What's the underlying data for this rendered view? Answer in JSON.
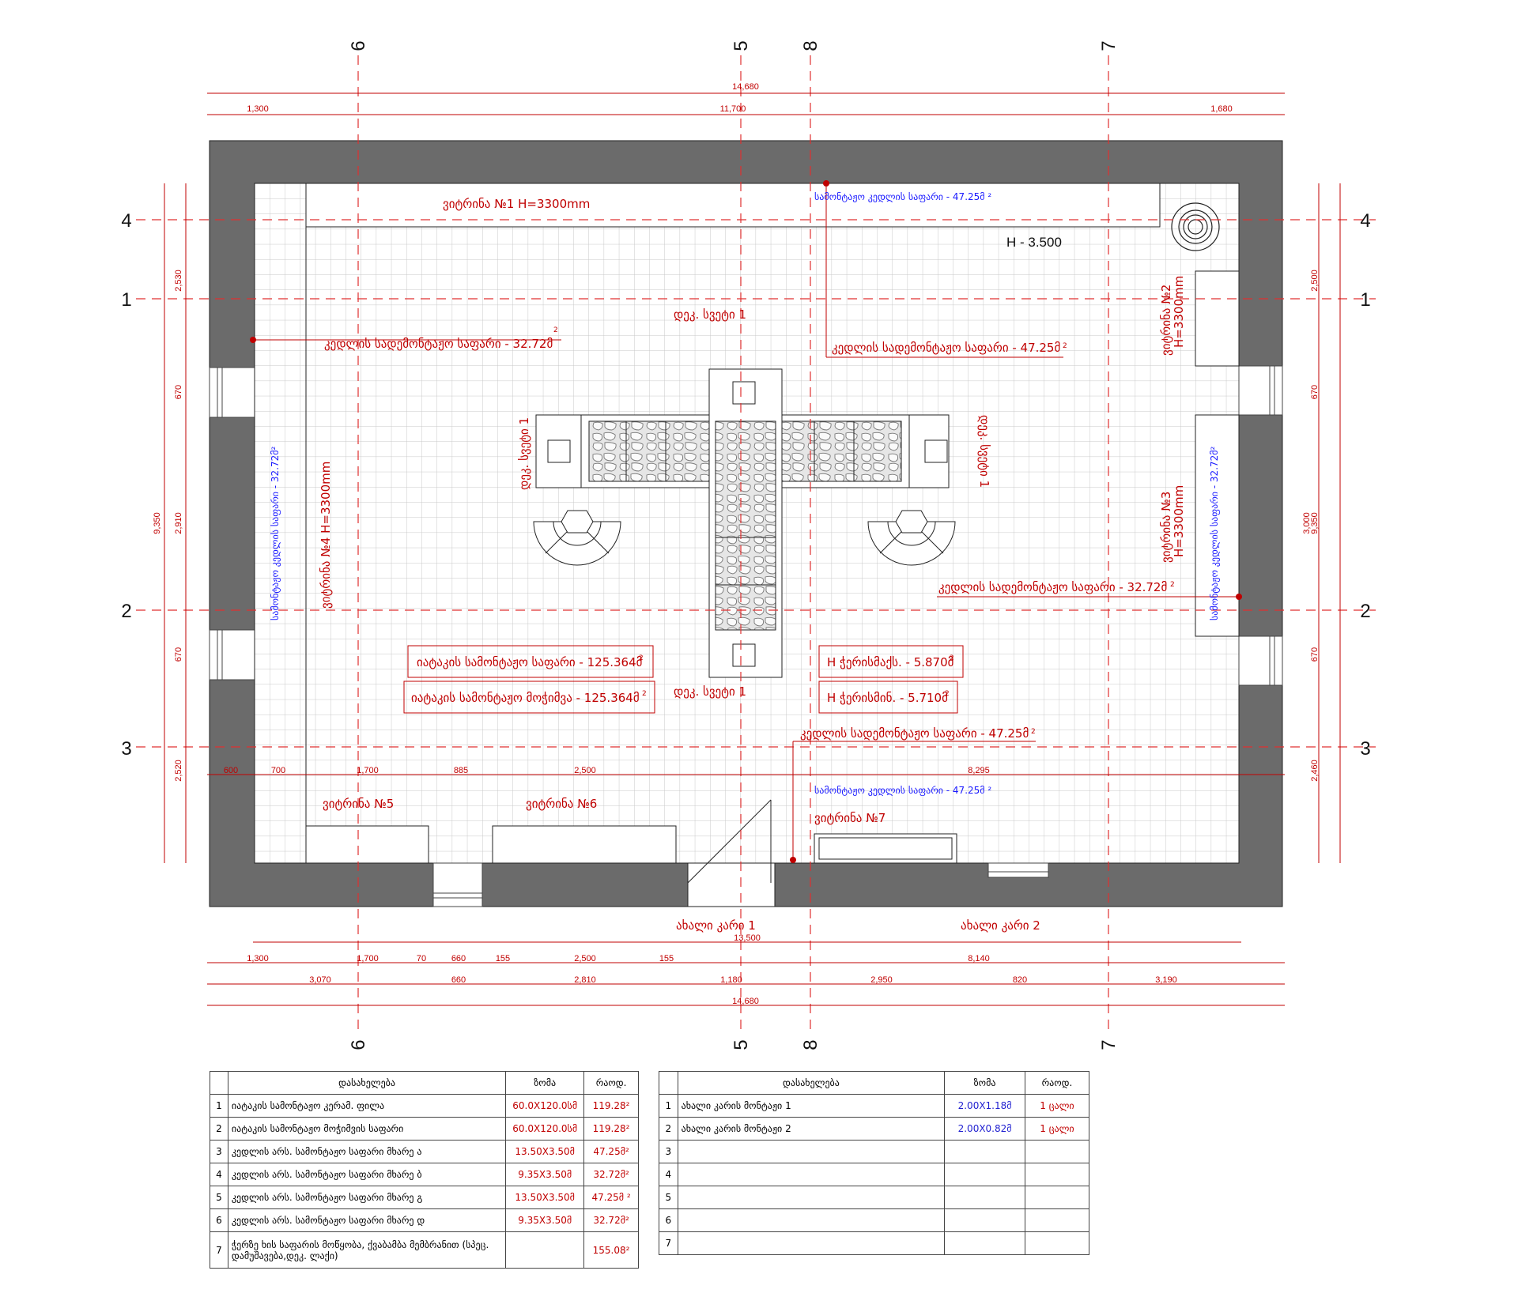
{
  "colors": {
    "red": "#c00000",
    "blue": "#1a1aff",
    "wall": "#6b6b6b",
    "grid": "#c8c8c8",
    "line": "#000000"
  },
  "axes": {
    "vertical": [
      {
        "id": "6",
        "label": "6"
      },
      {
        "id": "5",
        "label": "5"
      },
      {
        "id": "8",
        "label": "8"
      },
      {
        "id": "7",
        "label": "7"
      }
    ],
    "horizontal": [
      {
        "id": "4",
        "label": "4"
      },
      {
        "id": "1",
        "label": "1"
      },
      {
        "id": "2",
        "label": "2"
      },
      {
        "id": "3",
        "label": "3"
      }
    ]
  },
  "dims": {
    "top_total": "14,680",
    "top_parts": [
      "1,300",
      "11,700",
      "1,680"
    ],
    "inner_row": [
      "600",
      "700",
      "1,700",
      "885",
      "2,500",
      "8,295"
    ],
    "bottom_doors_title": "13,500",
    "bottom_row1": [
      "1,300",
      "1,700",
      "70",
      "660",
      "155",
      "2,500",
      "155",
      "8,140"
    ],
    "bottom_row2": [
      "3,070",
      "660",
      "2,810",
      "1,180",
      "2,950",
      "820",
      "3,190"
    ],
    "bottom_total": "14,680",
    "left_outer": "9,350",
    "left_inner": [
      "2,530",
      "670",
      "2,910",
      "670",
      "2,520"
    ],
    "right_outer": "9,350",
    "right_inner": [
      "2,500",
      "670",
      "3,000",
      "670",
      "2,460"
    ]
  },
  "labels": {
    "window1": "ვიტრინა №1  H=3300mm",
    "window2": "ვიტრინა №2",
    "window2_h": "H=3300mm",
    "window3": "ვიტრინა №3",
    "window3_h": "H=3300mm",
    "window4": "ვიტრინა №4  H=3300mm",
    "window5": "ვიტრინა №5",
    "window6": "ვიტრინა №6",
    "window7": "ვიტრინა №7",
    "height_mark": "H - 3.500",
    "dek_top": "დეკ. სვეტი 1",
    "dek_bottom": "დეკ. სვეტი 1",
    "dek_left": "დეკ. სვეტი 1",
    "dek_right": "დეკ. სვეტი 1",
    "demolish_left": "კედლის სადემონტაჟო საფარი - 32.72მ",
    "demolish_top": "კედლის სადემონტაჟო საფარი - 47.25მ",
    "demolish_right": "კედლის სადემონტაჟო საფარი - 32.72მ",
    "demolish_bottom": "კედლის სადემონტაჟო საფარი - 47.25მ",
    "install_top": "სამონტაჟო კედლის საფარი - 47.25მ ²",
    "install_bottom": "სამონტაჟო კედლის საფარი - 47.25მ ²",
    "install_left": "სამონტაჟო კედლის საფარი - 32.72მ²",
    "install_right": "სამონტაჟო კედლის საფარი - 32.72მ²",
    "floor_install": "იატაკის სამონტაჟო საფარი - 125.364მ",
    "floor_prep": "იატაკის სამონტაჟო მოჭიმვა - 125.364მ",
    "ceiling_max": "H ჭერისმაქს. - 5.870მ",
    "ceiling_min": "H ჭერისმინ. - 5.710მ",
    "sup2": "2",
    "door1": "ახალი კარი 1",
    "door2": "ახალი კარი 2"
  },
  "table1": {
    "headers": [
      "",
      "დასახელება",
      "ზომა",
      "რაოდ."
    ],
    "rows": [
      {
        "n": "1",
        "name": "იატაკის სამონტაჟო კერამ. ფილა",
        "size": "60.0X120.0სმ",
        "qty": "119.28²"
      },
      {
        "n": "2",
        "name": "იატაკის სამონტაჟო  მოჭიმვის საფარი",
        "size": "60.0X120.0სმ",
        "qty": "119.28²"
      },
      {
        "n": "3",
        "name": "კედლის არს. სამონტაჟო საფარი მხარე ა",
        "size": "13.50X3.50მ",
        "qty": "47.25მ²"
      },
      {
        "n": "4",
        "name": "კედლის არს. სამონტაჟო საფარი მხარე ბ",
        "size": "9.35X3.50მ",
        "qty": "32.72მ²"
      },
      {
        "n": "5",
        "name": "კედლის არს. სამონტაჟო საფარი მხარე გ",
        "size": "13.50X3.50მ",
        "qty": "47.25მ ²"
      },
      {
        "n": "6",
        "name": "კედლის არს. სამონტაჟო საფარი მხარე დ",
        "size": "9.35X3.50მ",
        "qty": "32.72მ²"
      },
      {
        "n": "7",
        "name": "ჭერზე ხის საფარის მოწყობა, ქვაბამბა მემბრანით (სპეც. დამუშავება,დეკ. ლაქი)",
        "size": "",
        "qty": "155.08²"
      }
    ]
  },
  "table2": {
    "headers": [
      "",
      "დასახელება",
      "ზომა",
      "რაოდ."
    ],
    "rows": [
      {
        "n": "1",
        "name": "ახალი კარის მონტაჟი 1",
        "size": "2.00X1.18მ",
        "qty": "1 ცალი"
      },
      {
        "n": "2",
        "name": "ახალი კარის მონტაჟი 2",
        "size": "2.00X0.82მ",
        "qty": "1 ცალი"
      },
      {
        "n": "3",
        "name": "",
        "size": "",
        "qty": ""
      },
      {
        "n": "4",
        "name": "",
        "size": "",
        "qty": ""
      },
      {
        "n": "5",
        "name": "",
        "size": "",
        "qty": ""
      },
      {
        "n": "6",
        "name": "",
        "size": "",
        "qty": ""
      },
      {
        "n": "7",
        "name": "",
        "size": "",
        "qty": ""
      }
    ]
  }
}
